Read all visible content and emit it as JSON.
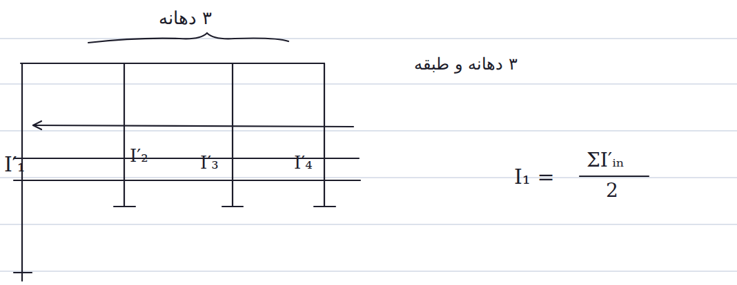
{
  "diagram": {
    "labels": [
      "۳ دهانه",
      "۳ دهانه و طبقه",
      "I′₁",
      "I′₂",
      "I′₃",
      "I′₄",
      "I₁ =",
      "ΣI′ᵢₙ",
      "2"
    ]
  }
}
